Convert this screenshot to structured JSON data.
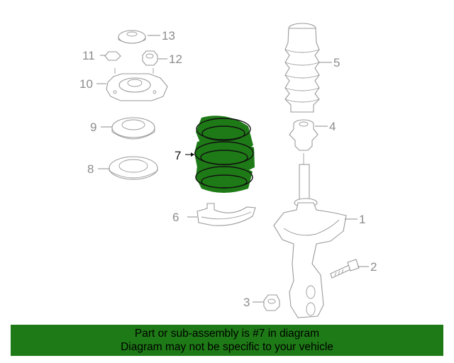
{
  "diagram": {
    "callouts": [
      {
        "num": "1"
      },
      {
        "num": "2"
      },
      {
        "num": "3"
      },
      {
        "num": "4"
      },
      {
        "num": "5"
      },
      {
        "num": "6"
      },
      {
        "num": "7"
      },
      {
        "num": "8"
      },
      {
        "num": "9"
      },
      {
        "num": "10"
      },
      {
        "num": "11"
      },
      {
        "num": "12"
      },
      {
        "num": "13"
      }
    ],
    "highlight_color": "#1e7a16",
    "highlighted_part": "7"
  },
  "banner": {
    "line1": "Part or sub-assembly is #7 in diagram",
    "line2": "Diagram may not be specific to your vehicle"
  }
}
